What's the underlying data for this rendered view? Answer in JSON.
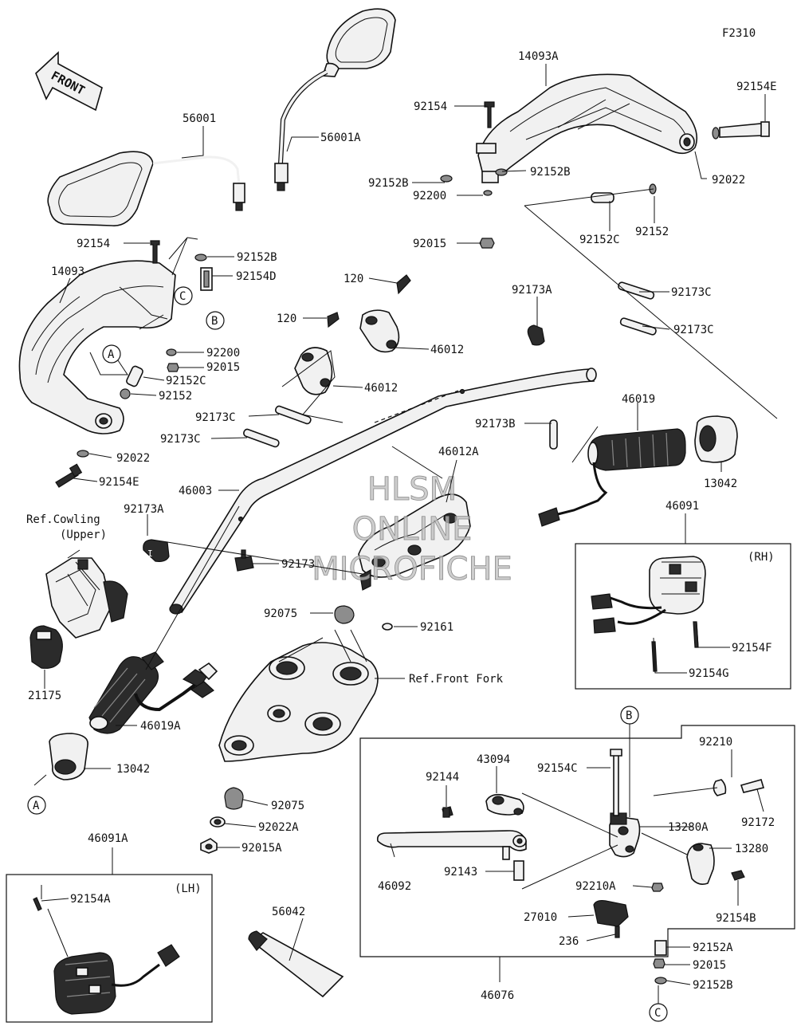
{
  "diagram_code": "F2310",
  "front_arrow_label": "FRONT",
  "watermark": [
    "HLSM",
    "ONLINE",
    "MICROFICHE"
  ],
  "box_labels": {
    "rh": "(RH)",
    "lh": "(LH)"
  },
  "callouts": {
    "A": "A",
    "B": "B",
    "C": "C"
  },
  "part_labels": {
    "p56001": "56001",
    "p56001A": "56001A",
    "p14093A": "14093A",
    "p92154_top": "92154",
    "p92154E_top": "92154E",
    "p92152B_r1": "92152B",
    "p92152B_r2": "92152B",
    "p92022_r": "92022",
    "p92200_r": "92200",
    "p92015_r": "92015",
    "p92152C_r": "92152C",
    "p92152_r": "92152",
    "p92173C_r1": "92173C",
    "p92173C_r2": "92173C",
    "p92154_l": "92154",
    "p92152B_l": "92152B",
    "p92154D": "92154D",
    "p14093": "14093",
    "p92200_l": "92200",
    "p92015_l": "92015",
    "p92152C_l": "92152C",
    "p92152_l": "92152",
    "p92173C_l1": "92173C",
    "p92173C_l2": "92173C",
    "p92022_l": "92022",
    "p92154E_l": "92154E",
    "p120_a": "120",
    "p120_b": "120",
    "p46012_a": "46012",
    "p46012_b": "46012",
    "p92173A_r": "92173A",
    "p92173B": "92173B",
    "p46019": "46019",
    "p13042_r": "13042",
    "p46012A": "46012A",
    "p46003": "46003",
    "p92173A_l": "92173A",
    "p92173": "92173",
    "p46091": "46091",
    "ref_cowling": "Ref.Cowling",
    "ref_upper": "(Upper)",
    "p92154F": "92154F",
    "p92154G": "92154G",
    "p92075_a": "92075",
    "p92161": "92161",
    "ref_front_fork": "Ref.Front Fork",
    "p21175": "21175",
    "p46019A": "46019A",
    "p13042_l": "13042",
    "p92075_b": "92075",
    "p92022A": "92022A",
    "p92015A": "92015A",
    "p46091A": "46091A",
    "p92154A": "92154A",
    "p56042": "56042",
    "p46076": "46076",
    "p92144": "92144",
    "p43094": "43094",
    "p92154C": "92154C",
    "p92210": "92210",
    "p92172": "92172",
    "p13280A": "13280A",
    "p13280": "13280",
    "p46092": "46092",
    "p92143": "92143",
    "p92210A": "92210A",
    "p92154B": "92154B",
    "p27010": "27010",
    "p236": "236",
    "p92152A": "92152A",
    "p92015_b": "92015",
    "p92152B_b": "92152B"
  }
}
